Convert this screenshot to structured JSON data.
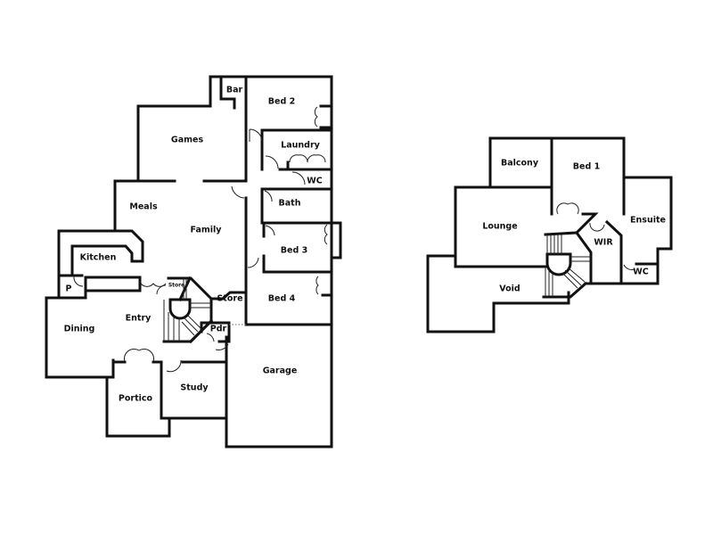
{
  "floor_plan": {
    "ground_floor": {
      "rooms": [
        {
          "id": "bar",
          "label": "Bar"
        },
        {
          "id": "bed2",
          "label": "Bed 2"
        },
        {
          "id": "games",
          "label": "Games"
        },
        {
          "id": "laundry",
          "label": "Laundry"
        },
        {
          "id": "wc",
          "label": "WC"
        },
        {
          "id": "meals",
          "label": "Meals"
        },
        {
          "id": "bath",
          "label": "Bath"
        },
        {
          "id": "family",
          "label": "Family"
        },
        {
          "id": "bed3",
          "label": "Bed 3"
        },
        {
          "id": "kitchen",
          "label": "Kitchen"
        },
        {
          "id": "pantry",
          "label": "P"
        },
        {
          "id": "store_small",
          "label": "Store"
        },
        {
          "id": "store",
          "label": "Store"
        },
        {
          "id": "bed4",
          "label": "Bed 4"
        },
        {
          "id": "dining",
          "label": "Dining"
        },
        {
          "id": "entry",
          "label": "Entry"
        },
        {
          "id": "powder",
          "label": "Pdr"
        },
        {
          "id": "garage",
          "label": "Garage"
        },
        {
          "id": "study",
          "label": "Study"
        },
        {
          "id": "portico",
          "label": "Portico"
        }
      ]
    },
    "upper_floor": {
      "rooms": [
        {
          "id": "balcony",
          "label": "Balcony"
        },
        {
          "id": "bed1",
          "label": "Bed 1"
        },
        {
          "id": "lounge",
          "label": "Lounge"
        },
        {
          "id": "ensuite",
          "label": "Ensuite"
        },
        {
          "id": "wir",
          "label": "WIR"
        },
        {
          "id": "wc",
          "label": "WC"
        },
        {
          "id": "void",
          "label": "Void"
        }
      ]
    },
    "colors": {
      "wall": "#111111",
      "background": "#ffffff",
      "text": "#111111"
    }
  }
}
